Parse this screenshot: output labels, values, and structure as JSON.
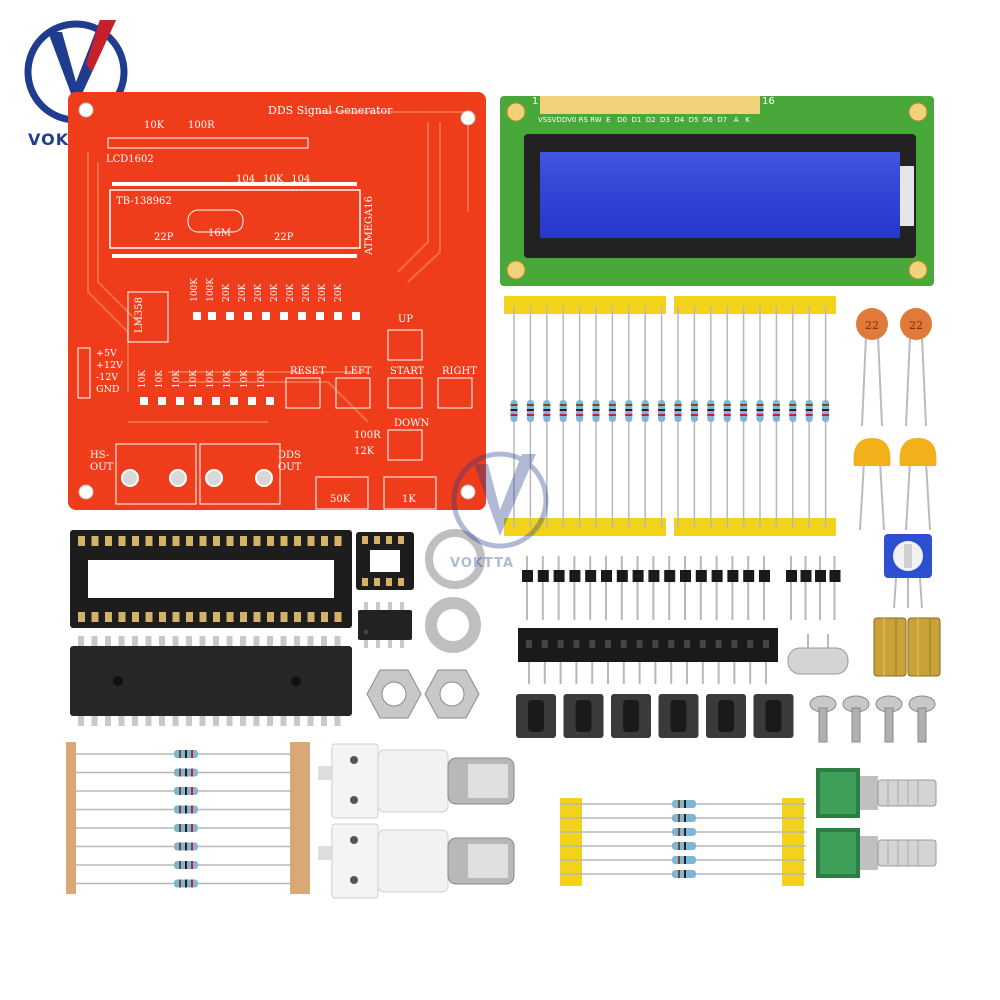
{
  "brand": {
    "name": "VOKTTA",
    "watermark": "VOKTTA",
    "colors": {
      "logo_blue": "#1f3c8f",
      "logo_red": "#c8202a",
      "pcb": "#ef3c1a",
      "lcd_blue": "#2c3fd8",
      "lcd_board": "#49a83a",
      "tape": "#f2d21a"
    }
  },
  "pcb": {
    "title": "DDS Signal Generator",
    "lcd_label": "LCD1602",
    "board_id": "TB-138962",
    "mcu_label": "ATMEGA16",
    "opamp_label": "LM358",
    "crystal_label": "16M",
    "cap_left": "22P",
    "cap_right": "22P",
    "top_res_1": "10K",
    "top_res_2": "100R",
    "caps_row": [
      "104",
      "10K",
      "104"
    ],
    "vert_res_top": [
      "100K",
      "100K",
      "20K",
      "20K",
      "20K",
      "20K",
      "20K",
      "20K",
      "20K",
      "20K"
    ],
    "vert_res_bottom": [
      "10K",
      "10K",
      "10K",
      "10K",
      "10K",
      "10K",
      "10K",
      "10K"
    ],
    "power_labels": [
      "+5V",
      "+12V",
      "-12V",
      "GND"
    ],
    "buttons": {
      "up": "UP",
      "reset": "RESET",
      "left": "LEFT",
      "start": "START",
      "right": "RIGHT",
      "down": "DOWN"
    },
    "res_100r": "100R",
    "res_12k": "12K",
    "out_hs": "HS-\nOUT",
    "out_hs_line1": "HS-",
    "out_hs_line2": "OUT",
    "out_dds_line1": "DDS",
    "out_dds_line2": "OUT",
    "pot_50k": "50K",
    "pot_1k": "1K"
  },
  "lcd": {
    "pin_1": "1",
    "pin_16": "16",
    "pin_labels": "VSSVDDV0 RS RW  E   D0  D1  D2  D3  D4  D5  D6  D7   A   K"
  },
  "capacitors": {
    "ceramic_value": "22"
  }
}
